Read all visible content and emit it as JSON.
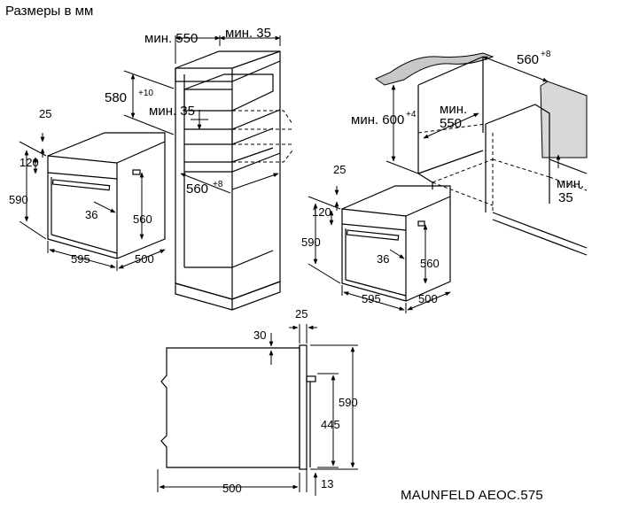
{
  "title": "Размеры в мм",
  "model": "MAUNFELD AEOC.575",
  "column": {
    "min_width": "мин. 550",
    "min_depth": "мин. 35",
    "niche_height": "580",
    "niche_height_tol": "+10",
    "min_gap": "мин. 35",
    "niche_depth": "560",
    "niche_depth_tol": "+8"
  },
  "oven_left": {
    "top_offset": "25",
    "panel_height": "120",
    "height": "590",
    "handle": "36",
    "inner_height": "560",
    "width": "595",
    "depth": "500"
  },
  "under_counter": {
    "niche_depth": "560",
    "niche_depth_tol": "+8",
    "min_height": "мин. 600",
    "min_height_tol": "+4",
    "min_width": "мин.\n550",
    "min_width_l1": "мин.",
    "min_width_l2": "550",
    "min_gap_l1": "мин.",
    "min_gap_l2": "35"
  },
  "oven_right": {
    "top_offset": "25",
    "panel_height": "120",
    "height": "590",
    "handle": "36",
    "inner_height": "560",
    "width": "595",
    "depth": "500"
  },
  "side_view": {
    "front_thickness": "25",
    "top_gap": "30",
    "height": "590",
    "body_height": "445",
    "depth": "500",
    "bottom_gap": "13"
  }
}
